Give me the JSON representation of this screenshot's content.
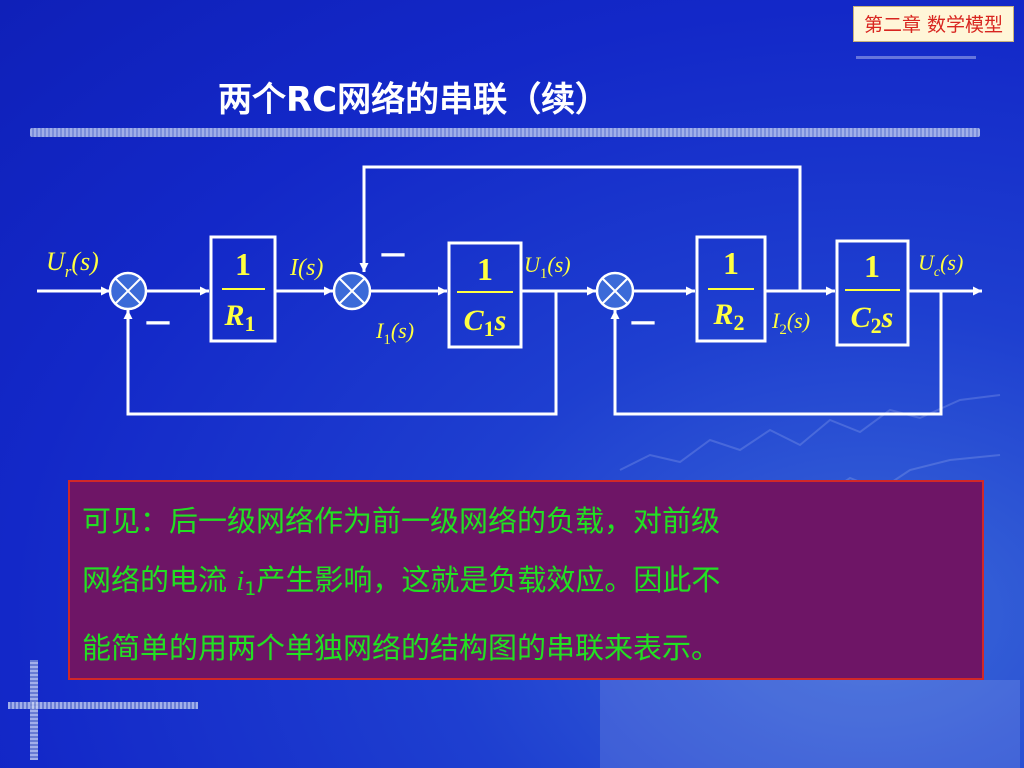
{
  "header": {
    "chapter_tag": "第二章  数学模型",
    "title": "两个RC网络的串联（续）"
  },
  "diagram": {
    "input_signal": {
      "base": "U",
      "sub": "r",
      "arg": "(s)"
    },
    "output_signal": {
      "base": "U",
      "sub": "c",
      "arg": "(s)"
    },
    "signal_I": {
      "base": "I",
      "arg": "(s)"
    },
    "signal_I1": {
      "base": "I",
      "sub": "1",
      "arg": "(s)"
    },
    "signal_U1": {
      "base": "U",
      "sub": "1",
      "arg": "(s)"
    },
    "signal_I2": {
      "base": "I",
      "sub": "2",
      "arg": "(s)"
    },
    "blocks": [
      {
        "num": "1",
        "den_base": "R",
        "den_sub": "1",
        "den_tail": ""
      },
      {
        "num": "1",
        "den_base": "C",
        "den_sub": "1",
        "den_tail": "s"
      },
      {
        "num": "1",
        "den_base": "R",
        "den_sub": "2",
        "den_tail": ""
      },
      {
        "num": "1",
        "den_base": "C",
        "den_sub": "2",
        "den_tail": "s"
      }
    ],
    "minus_sign": "—"
  },
  "note": {
    "line1": "可见：后一级网络作为前一级网络的负载，对前级",
    "line2_a": "网络的电流 ",
    "line2_var": "i",
    "line2_sub": "1",
    "line2_b": "产生影响，这就是负载效应。因此不",
    "line3": "能简单的用两个单独网络的结构图的串联来表示。"
  },
  "colors": {
    "background": "#1328c8",
    "diagram_line": "#ffffff",
    "label_text": "#ffff40",
    "note_bg": "#6e1566",
    "note_text": "#22e022",
    "note_border": "#d02828",
    "summing_fill": "#3b6ad8"
  }
}
